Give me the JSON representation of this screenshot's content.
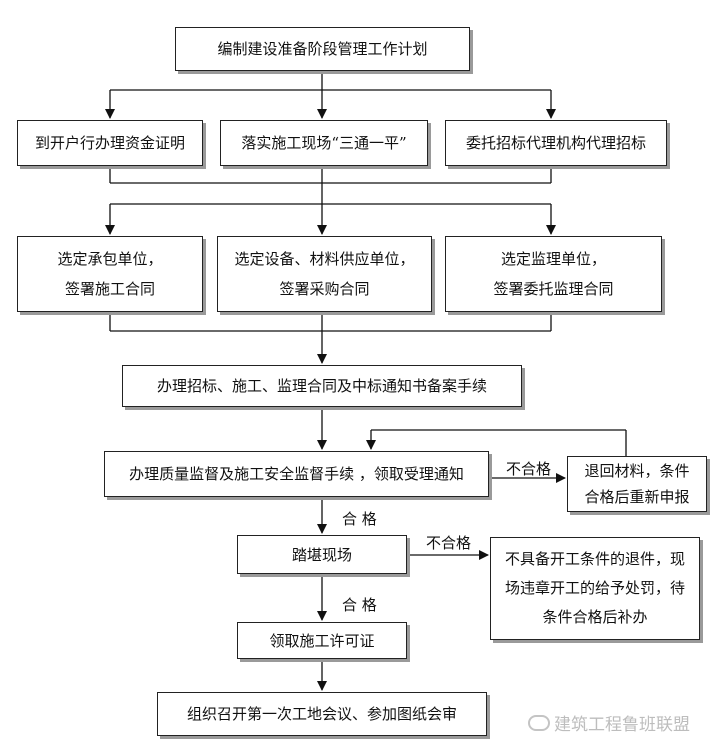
{
  "nodes": {
    "plan": "编制建设准备阶段管理工作计划",
    "fund": "到开户行办理资金证明",
    "site": "落实施工现场“三通一平”",
    "bidding": "委托招标代理机构代理招标",
    "contractor_l1": "选定承包单位，",
    "contractor_l2": "签署施工合同",
    "supplier_l1": "选定设备、材料供应单位，",
    "supplier_l2": "签署采购合同",
    "supervisor_l1": "选定监理单位，",
    "supervisor_l2": "签署委托监理合同",
    "filing": "办理招标、施工、监理合同及中标通知书备案手续",
    "quality": "办理质量监督及施工安全监督手续 ，领取受理通知",
    "return_l1": "退回材料，条件",
    "return_l2": "合格后重新申报",
    "survey": "踏堪现场",
    "penalty_l1": "不具备开工条件的退件，现",
    "penalty_l2": "场违章开工的给予处罚，待",
    "penalty_l3": "条件合格后补办",
    "permit": "领取施工许可证",
    "meeting": "组织召开第一次工地会议、参加图纸会审"
  },
  "labels": {
    "fail_1": "不合格",
    "pass_1": "合  格",
    "fail_2": "不合格",
    "pass_2": "合  格"
  },
  "watermark": "建筑工程鲁班联盟"
}
